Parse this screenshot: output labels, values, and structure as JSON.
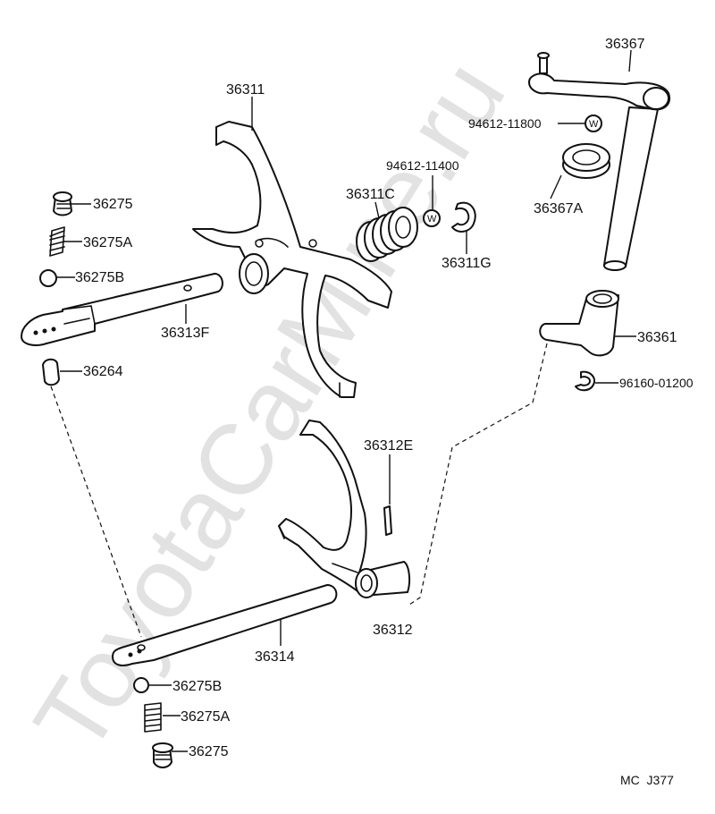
{
  "watermark": "ToyotaCarMine.ru",
  "diagram_code": "MC  J377",
  "washer_mark": "W",
  "labels": {
    "p36311": "36311",
    "p36367": "36367",
    "p94612_11800": "94612-11800",
    "p94612_11400": "94612-11400",
    "p36311C": "36311C",
    "p36311G": "36311G",
    "p36367A": "36367A",
    "p36275_top": "36275",
    "p36275A_top": "36275A",
    "p36275B_top": "36275B",
    "p36313F": "36313F",
    "p36264": "36264",
    "p36361": "36361",
    "p96160_01200": "96160-01200",
    "p36312E": "36312E",
    "p36312": "36312",
    "p36314": "36314",
    "p36275B_bot": "36275B",
    "p36275A_bot": "36275A",
    "p36275_bot": "36275"
  }
}
